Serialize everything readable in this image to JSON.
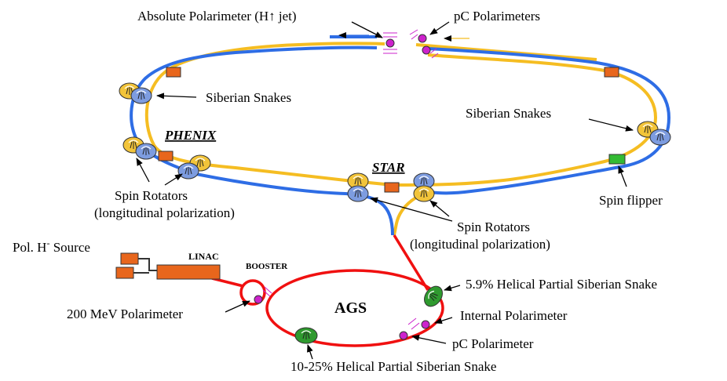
{
  "colors": {
    "blue_ring": "#2e6de5",
    "yellow_ring": "#f5bd22",
    "red_ring": "#f01010",
    "magnet_orange": "#e8661c",
    "flipper_green": "#33bb33",
    "snake_green": "#2f9a2f",
    "polarimeter_magenta": "#cc22cc",
    "snake_blue": "#7d9ce0",
    "snake_yellow": "#f2c43a"
  },
  "labels": {
    "absolute_polarimeter": "Absolute Polarimeter (H↑ jet)",
    "pc_polarimeters": "pC Polarimeters",
    "siberian_snakes_left": "Siberian Snakes",
    "siberian_snakes_right": "Siberian Snakes",
    "phenix": "PHENIX",
    "star": "STAR",
    "spin_rotators_left_1": "Spin Rotators",
    "spin_rotators_left_2": "(longitudinal polarization)",
    "spin_rotators_center_1": "Spin Rotators",
    "spin_rotators_center_2": "(longitudinal polarization)",
    "spin_flipper": "Spin flipper",
    "pol_h_source_prefix": "Pol. H",
    "pol_h_source_sup": "-",
    "pol_h_source_suffix": " Source",
    "linac": "LINAC",
    "booster": "BOOSTER",
    "ags": "AGS",
    "polarimeter_200mev": "200 MeV Polarimeter",
    "helical_snake_59": "5.9% Helical Partial Siberian Snake",
    "internal_polarimeter": "Internal Polarimeter",
    "pc_polarimeter": "pC Polarimeter",
    "helical_snake_10_25": "10-25% Helical Partial Siberian Snake"
  }
}
